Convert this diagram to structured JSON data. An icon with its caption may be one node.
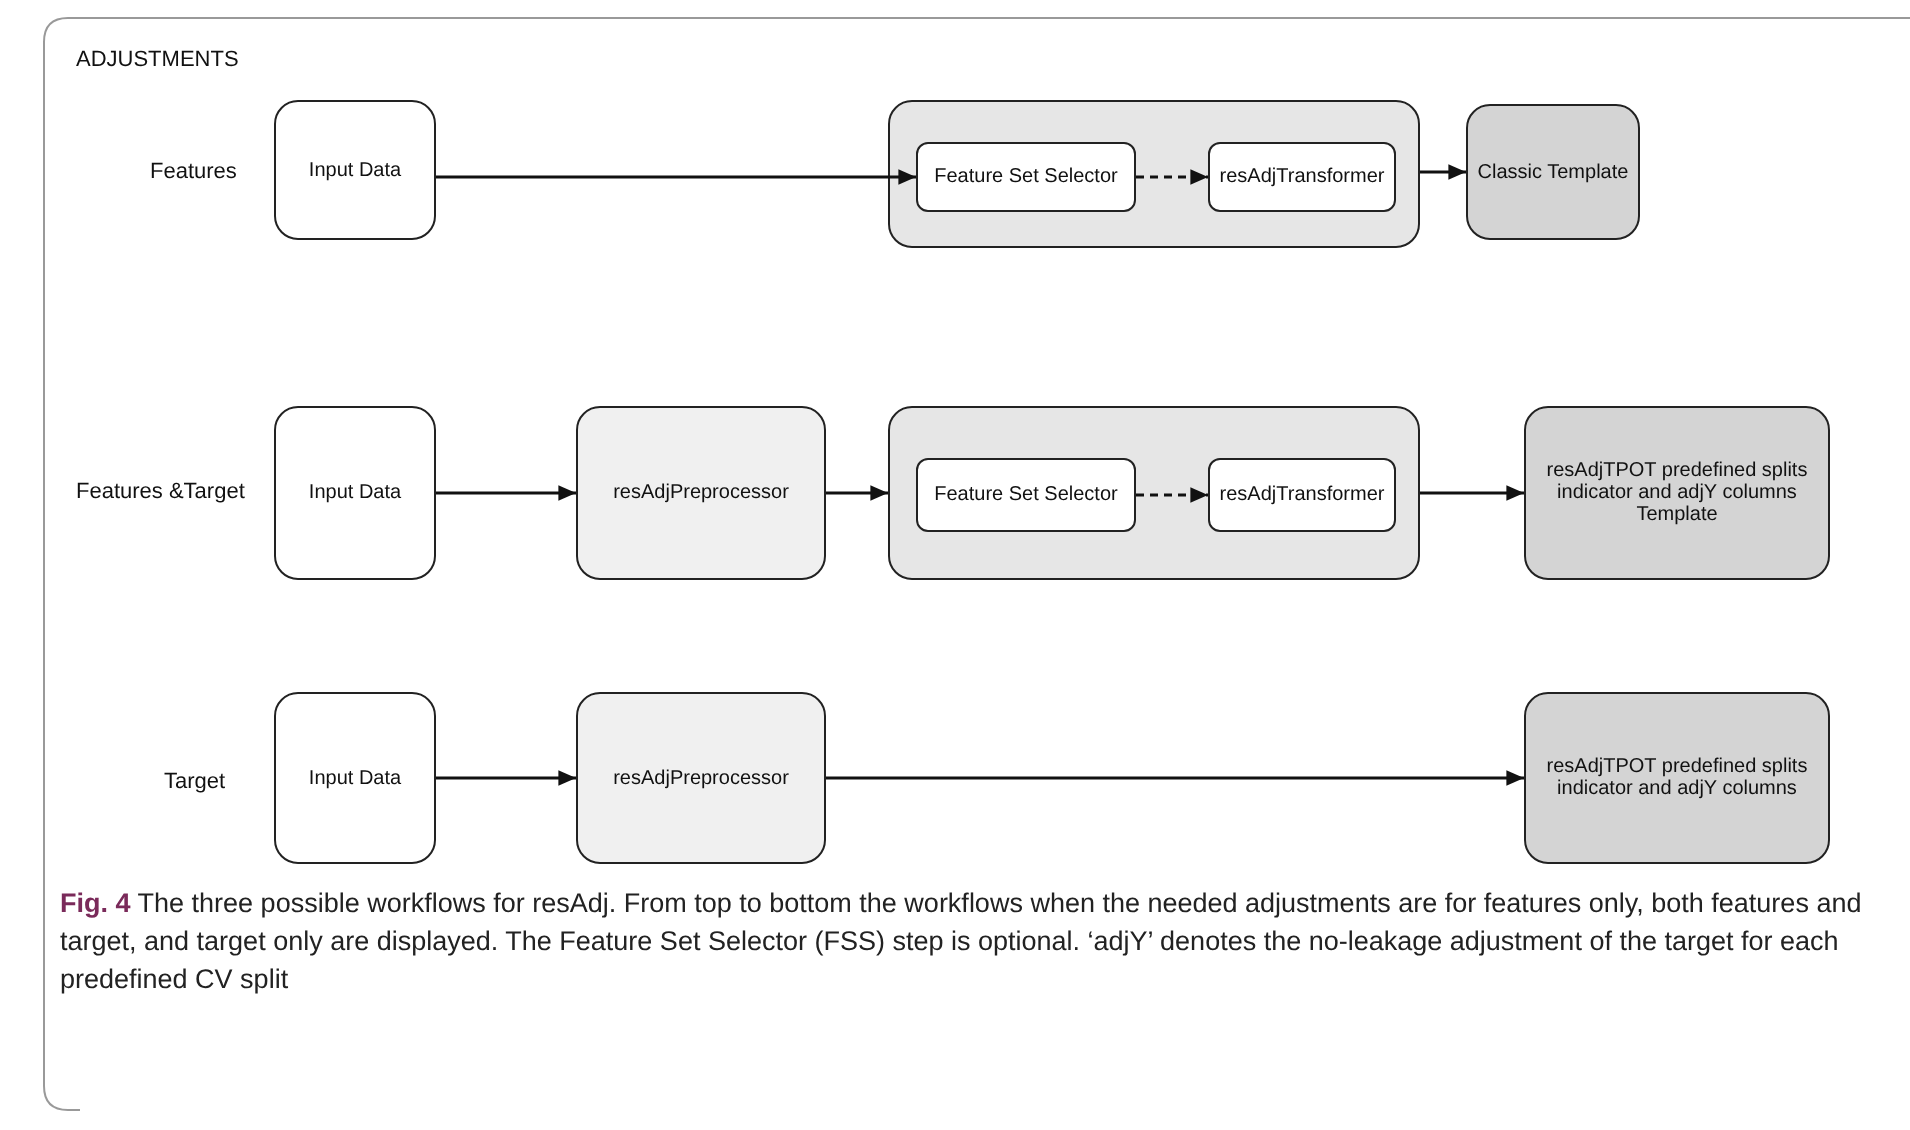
{
  "diagram": {
    "caption": "**Fig. 4** The three possible workflows for resAdj. From top to bottom the workflows when the needed adjustments are for features only, both features and target, and target only are displayed. The Feature Set Selector (FSS) step is optional. ‘adjY’ denotes the no-leakage adjustment of the target for each predefined CV split",
    "nodes": [
      {
        "text": [
          "Input Data"
        ]
      },
      {
        "text": [],
        "shape": "box"
      },
      {
        "text": [
          "Feature Set Selector"
        ],
        "in": 1
      },
      {
        "text": [
          "resAdjTransformer"
        ],
        "in": 1
      },
      {
        "text": [
          "Classic Template"
        ]
      },
      {
        "text": [
          "Input Data"
        ]
      },
      {
        "text": [
          "resAdjPreprocessor"
        ]
      },
      {
        "text": [],
        "shape": "box"
      },
      {
        "text": [
          "Feature Set Selector"
        ],
        "in": 7
      },
      {
        "text": [
          "resAdjTransformer"
        ],
        "in": 7
      },
      {
        "text": [
          "resAdjTPOT predefined splits indicator and adjY columns Template"
        ]
      },
      {
        "text": [
          "Input Data"
        ]
      },
      {
        "text": [
          "resAdjPreprocessor"
        ]
      },
      {
        "text": [
          "resAdjTPOT predefined splits indicator and adjY columns"
        ]
      }
    ],
    "edges": [
      {
        "from": 0,
        "to": 2,
        "arrow": "to"
      },
      {
        "from": 2,
        "to": 3,
        "arrow": "to",
        "style": "dashed"
      },
      {
        "from": 1,
        "to": 4,
        "arrow": "to"
      },
      {
        "from": 5,
        "to": 6,
        "arrow": "to"
      },
      {
        "from": 6,
        "to": 7,
        "arrow": "to"
      },
      {
        "from": 8,
        "to": 9,
        "arrow": "to",
        "style": "dashed"
      },
      {
        "from": 7,
        "to": 10,
        "arrow": "to"
      },
      {
        "from": 11,
        "to": 12,
        "arrow": "to"
      },
      {
        "from": 12,
        "to": 13,
        "arrow": "to"
      }
    ],
    "labels": [
      "ADJUSTMENTS",
      "Features",
      "Features &Target",
      "Target"
    ]
  }
}
